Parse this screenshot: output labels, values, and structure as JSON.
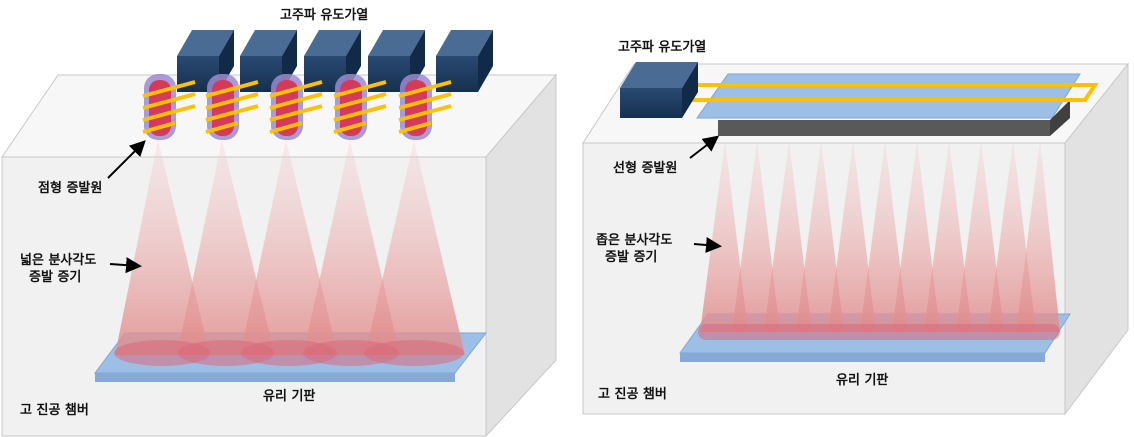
{
  "left": {
    "heater_label": "고주파 유도가열",
    "source_label": "점형 증발원",
    "angle_label_line1": "넓은 분사각도",
    "angle_label_line2": "증발 증기",
    "substrate_label": "유리 기판",
    "chamber_label": "고 진공 챔버"
  },
  "right": {
    "heater_label": "고주파 유도가열",
    "source_label": "선형 증발원",
    "angle_label_line1": "좁은 분사각도",
    "angle_label_line2": "증발 증기",
    "substrate_label": "유리 기판",
    "chamber_label": "고 진공 챔버"
  },
  "colors": {
    "chamber_front": "#f2f2f2",
    "chamber_top": "#f7f7f7",
    "chamber_side": "#e3e3e3",
    "heater_block": "#1f3b5e",
    "coil": "#ffc000",
    "crucible": "#d63a5a",
    "crucible_glow": "#8e7cc3",
    "vapor": "#e6a0a0",
    "substrate": "#8db4e2",
    "linear_source": "#595959"
  }
}
